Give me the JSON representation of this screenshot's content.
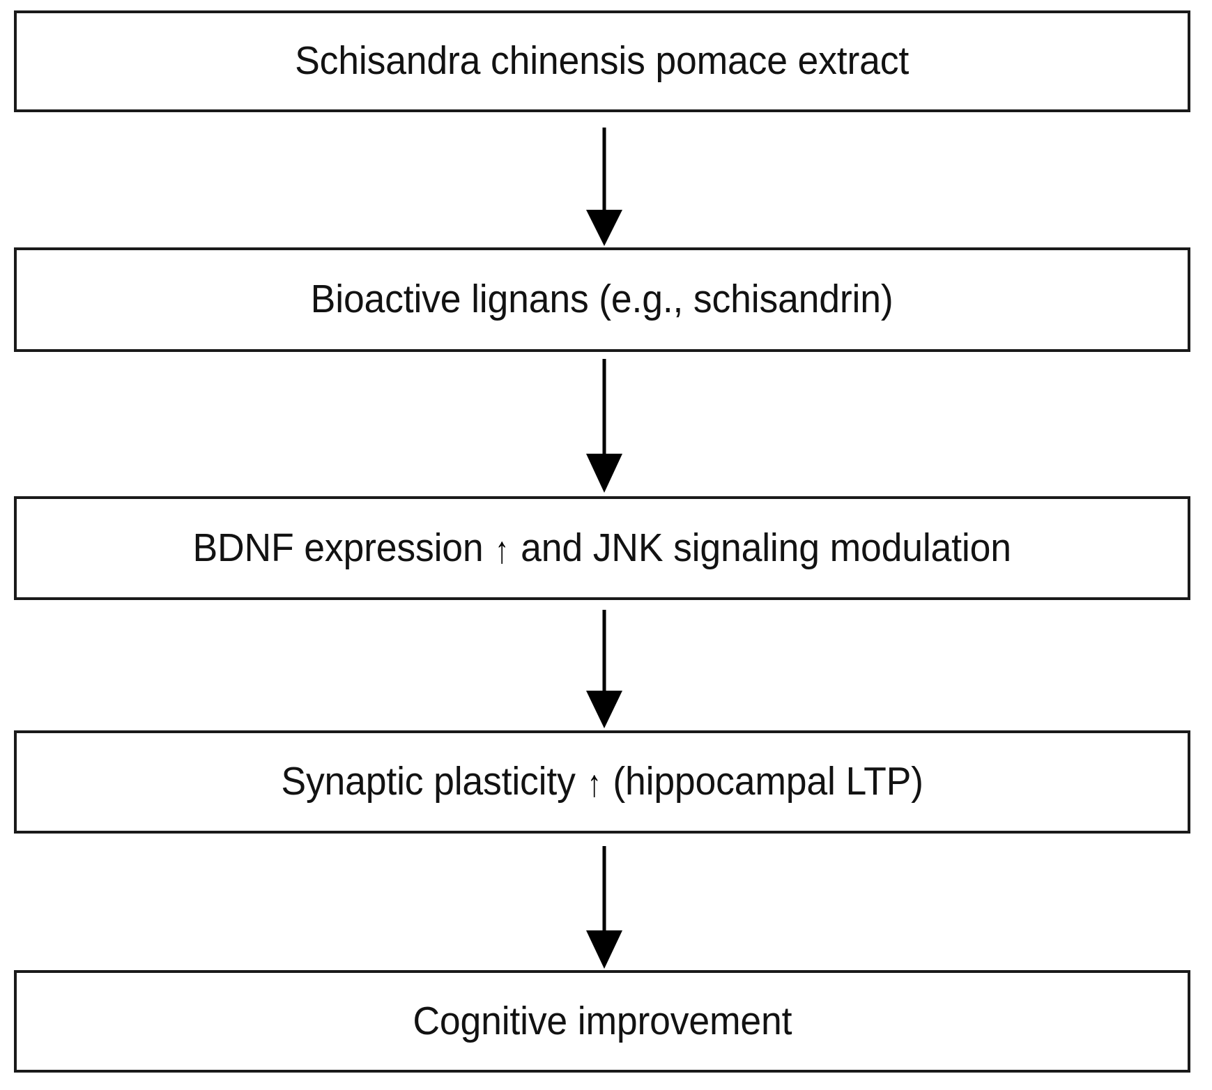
{
  "diagram": {
    "type": "flowchart",
    "orientation": "vertical",
    "title": "Schisandra chinensis pomace extract mechanism flowchart",
    "background_color": "#ffffff",
    "box_border_color": "#1a1a1a",
    "text_color": "#121212",
    "arrow_color": "#000000",
    "nodes": [
      {
        "id": "node-1",
        "label": "Schisandra chinensis pomace extract",
        "label_prefix": "Schisandra chinensis pomace extract",
        "has_up_arrow": false,
        "label_suffix": ""
      },
      {
        "id": "node-2",
        "label": "Bioactive lignans (e.g., schisandrin)",
        "label_prefix": "Bioactive lignans (e.g., schisandrin)",
        "has_up_arrow": false,
        "label_suffix": ""
      },
      {
        "id": "node-3",
        "label": "BDNF expression ↑ and JNK signaling modulation",
        "label_prefix": "BDNF expression ",
        "has_up_arrow": true,
        "up_arrow_glyph": "↑",
        "label_suffix": " and JNK signaling modulation"
      },
      {
        "id": "node-4",
        "label": "Synaptic plasticity ↑ (hippocampal LTP)",
        "label_prefix": "Synaptic plasticity ",
        "has_up_arrow": true,
        "up_arrow_glyph": "↑",
        "label_suffix": "  (hippocampal LTP)"
      },
      {
        "id": "node-5",
        "label": "Cognitive improvement",
        "label_prefix": "Cognitive improvement",
        "has_up_arrow": false,
        "label_suffix": ""
      }
    ],
    "connectors": [
      {
        "id": "conn-1",
        "from": "node-1",
        "to": "node-2",
        "style": "arrow-down"
      },
      {
        "id": "conn-2",
        "from": "node-2",
        "to": "node-3",
        "style": "arrow-down"
      },
      {
        "id": "conn-3",
        "from": "node-3",
        "to": "node-4",
        "style": "arrow-down"
      },
      {
        "id": "conn-4",
        "from": "node-4",
        "to": "node-5",
        "style": "arrow-down"
      }
    ]
  }
}
